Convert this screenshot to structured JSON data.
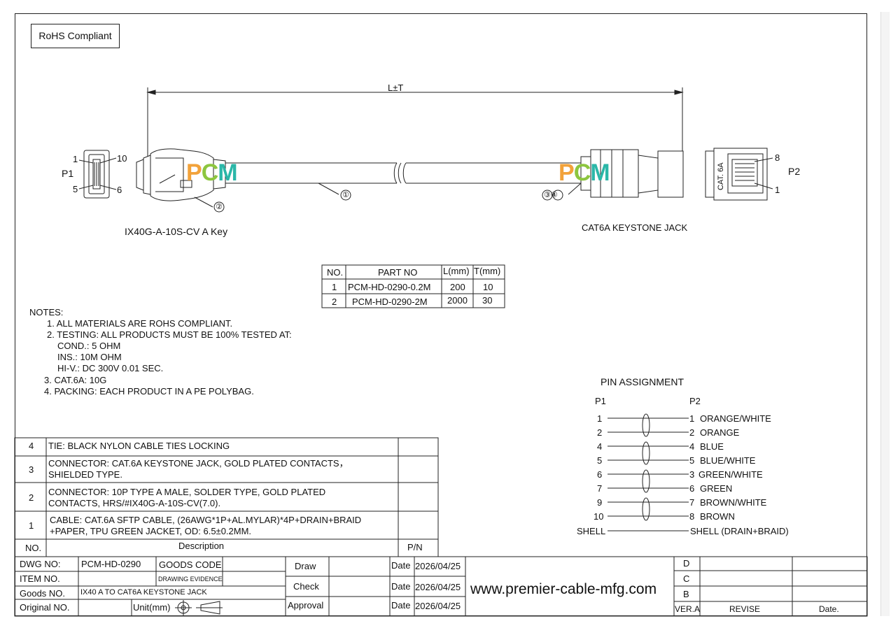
{
  "rohs": "RoHS Compliant",
  "dimension": "L±T",
  "p1_label": "P1",
  "p2_label": "P2",
  "p1_pins": {
    "tl": "1",
    "tr": "10",
    "bl": "5",
    "br": "6"
  },
  "p2_pins": {
    "top": "8",
    "bottom": "1"
  },
  "callouts": {
    "c1": "①",
    "c2": "②",
    "c34": "③④"
  },
  "watermark": {
    "p": "P",
    "c": "C",
    "m": "M",
    "colors": {
      "p": "#f2a23a",
      "c": "#8dc63f",
      "m": "#2bb7a8"
    }
  },
  "jack_text": "CAT. 6A",
  "left_connector_name": "IX40G-A-10S-CV A Key",
  "right_connector_name": "CAT6A KEYSTONE JACK",
  "parts_table": {
    "headers": [
      "NO.",
      "PART NO",
      "L(mm)",
      "T(mm)"
    ],
    "rows": [
      [
        "1",
        "PCM-HD-0290-0.2M",
        "200",
        "10"
      ],
      [
        "2",
        "PCM-HD-0290-2M",
        "2000",
        "30"
      ]
    ]
  },
  "notes": {
    "title": "NOTES:",
    "lines": [
      "1. ALL MATERIALS ARE ROHS COMPLIANT.",
      "2. TESTING: ALL PRODUCTS MUST BE 100% TESTED AT:",
      "COND.: 5 OHM",
      "INS.: 10M OHM",
      "HI-V.: DC 300V 0.01 SEC.",
      "3. CAT.6A: 10G",
      "4. PACKING: EACH PRODUCT IN A PE POLYBAG."
    ]
  },
  "pin_assignment": {
    "title": "PIN  ASSIGNMENT",
    "p1_head": "P1",
    "p2_head": "P2",
    "rows": [
      {
        "p1": "1",
        "p2": "1",
        "desc": "ORANGE/WHITE"
      },
      {
        "p1": "2",
        "p2": "2",
        "desc": "ORANGE"
      },
      {
        "p1": "4",
        "p2": "4",
        "desc": "BLUE"
      },
      {
        "p1": "5",
        "p2": "5",
        "desc": "BLUE/WHITE"
      },
      {
        "p1": "6",
        "p2": "3",
        "desc": "GREEN/WHITE"
      },
      {
        "p1": "7",
        "p2": "6",
        "desc": "GREEN"
      },
      {
        "p1": "9",
        "p2": "7",
        "desc": "BROWN/WHITE"
      },
      {
        "p1": "10",
        "p2": "8",
        "desc": "BROWN"
      }
    ],
    "shell_left": "SHELL",
    "shell_right": "SHELL (DRAIN+BRAID)"
  },
  "bom": {
    "rows": [
      {
        "no": "4",
        "desc": [
          "TIE: BLACK NYLON CABLE TIES LOCKING"
        ]
      },
      {
        "no": "3",
        "desc": [
          "CONNECTOR: CAT.6A KEYSTONE JACK, GOLD PLATED CONTACTS，",
          "SHIELDED TYPE."
        ]
      },
      {
        "no": "2",
        "desc": [
          "CONNECTOR: 10P TYPE A MALE, SOLDER TYPE, GOLD PLATED",
          "CONTACTS, HRS/#IX40G-A-10S-CV(7.0)."
        ]
      },
      {
        "no": "1",
        "desc": [
          "CABLE: CAT.6A SFTP CABLE, (26AWG*1P+AL.MYLAR)*4P+DRAIN+BRAID",
          "+PAPER, TPU GREEN JACKET, OD: 6.5±0.2MM."
        ]
      }
    ],
    "header": {
      "no": "NO.",
      "desc": "Description",
      "pn": "P/N"
    }
  },
  "title_block": {
    "dwg_no_label": "DWG NO:",
    "dwg_no": "PCM-HD-0290",
    "goods_code_label": "GOODS CODE",
    "item_no_label": "ITEM NO.",
    "drawing_evidence": "DRAWING EVIDENCE",
    "goods_no_label": "Goods NO.",
    "goods_no": "IX40 A TO CAT6A KEYSTONE JACK",
    "original_no_label": "Original NO.",
    "unit": "Unit(mm)",
    "draw": "Draw",
    "check": "Check",
    "approval": "Approval",
    "date_label": "Date",
    "dates": [
      "2026/04/25",
      "2026/04/25",
      "2026/04/25"
    ],
    "website": "www.premier-cable-mfg.com",
    "rev_letters": [
      "D",
      "C",
      "B"
    ],
    "ver": "VER.A",
    "revise": "REVISE",
    "date_col": "Date."
  }
}
